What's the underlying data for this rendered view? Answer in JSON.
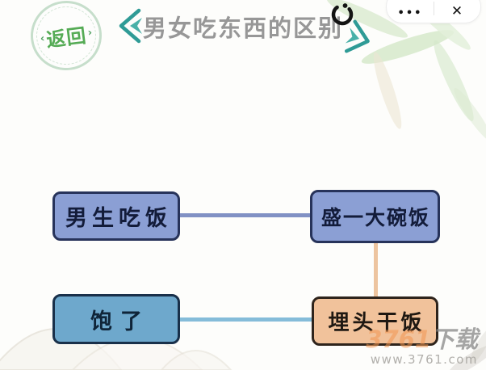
{
  "header": {
    "back_button_label": "返回",
    "back_arrow_left": "‹",
    "back_arrow_right": "›",
    "title": "男女吃东西的区别"
  },
  "capsule": {
    "more_label": "•••",
    "close_label": "✕"
  },
  "puzzle": {
    "nodes": [
      {
        "id": "men-eating",
        "label": "男生吃饭",
        "color": "#8b9fd4"
      },
      {
        "id": "big-bowl-of-rice",
        "label": "盛一大碗饭",
        "color": "#8b9fd4"
      },
      {
        "id": "full",
        "label": "饱了",
        "color": "#6ea8cc"
      },
      {
        "id": "devour-rice",
        "label": "埋头干饭",
        "color": "#f1c29b"
      }
    ],
    "connections": [
      {
        "from": "男生吃饭",
        "to": "盛一大碗饭",
        "color": "#8191c4"
      },
      {
        "from": "饱了",
        "to": "埋头干饭",
        "color": "#85bcd9"
      },
      {
        "from": "盛一大碗饭",
        "to": "埋头干饭",
        "color": "#edc49f"
      }
    ]
  },
  "watermark": {
    "brand_number": "3761",
    "brand_suffix": "下载",
    "url": "www.3761.com"
  },
  "colors": {
    "title_gray": "#979797",
    "chevron_teal": "#36a09a",
    "stamp_green": "#55ab55",
    "watermark_orange": "#f0965a",
    "background": "#fdfdfb"
  }
}
